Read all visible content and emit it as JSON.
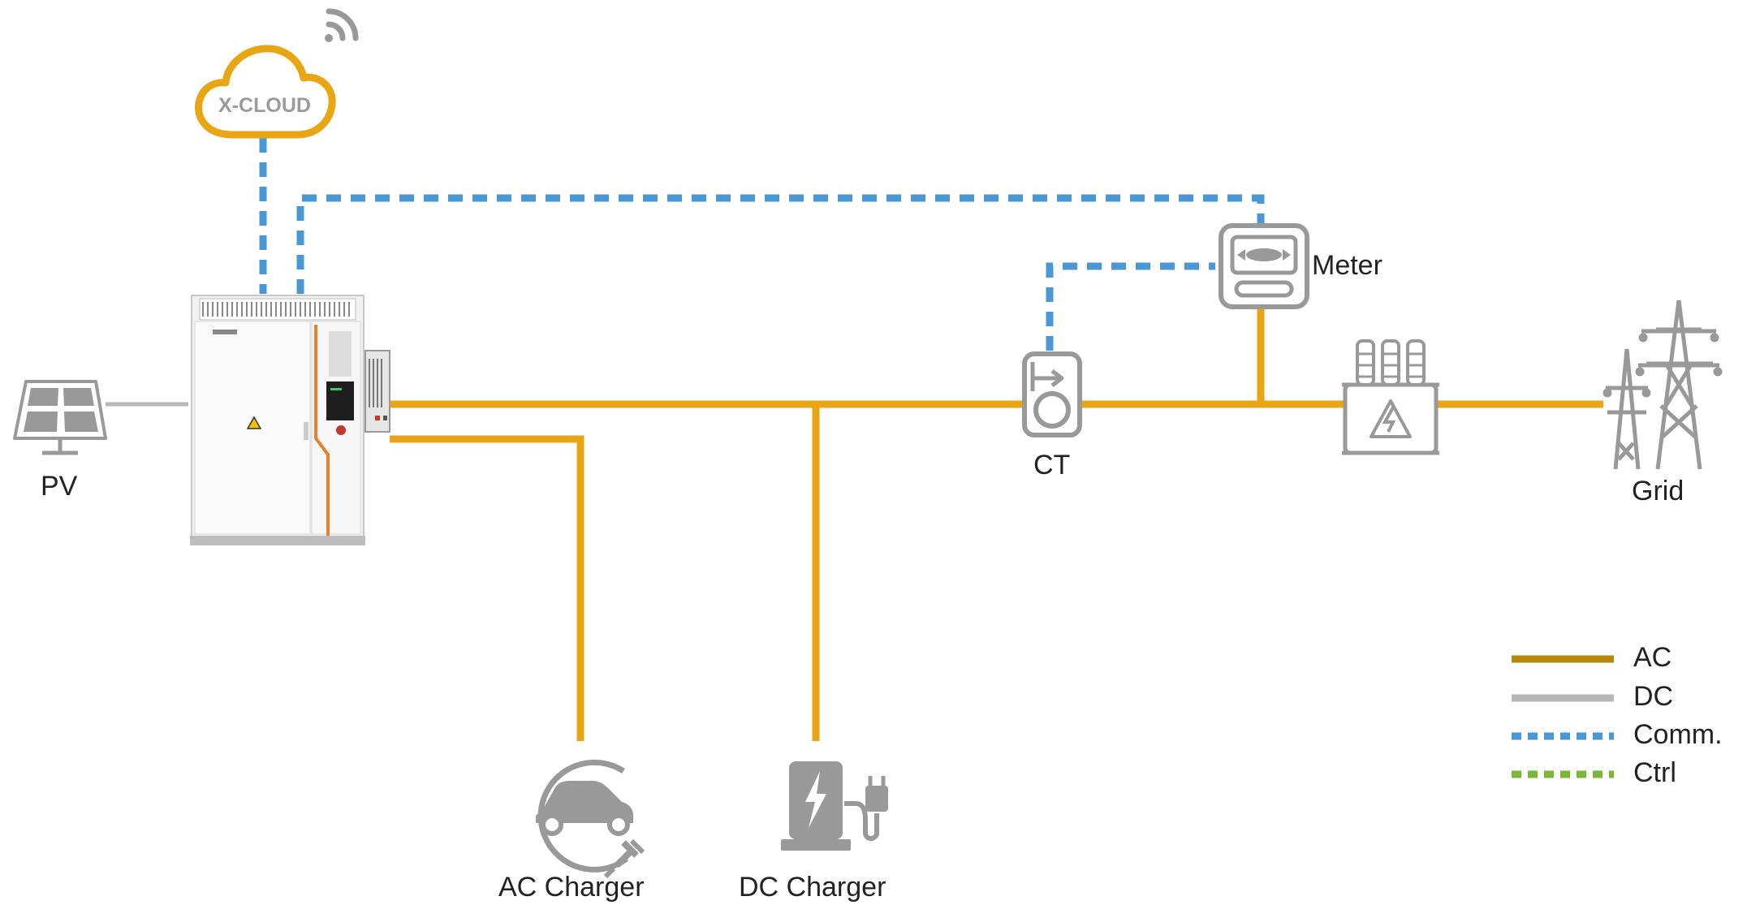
{
  "colors": {
    "ac": "#E8A614",
    "ac_legend": "#B8860B",
    "dc": "#B7B7B7",
    "comm": "#4A97D6",
    "ctrl": "#7BB63A",
    "icon": "#999999",
    "cloud": "#E8A614"
  },
  "cloud": {
    "label": "X-CLOUD"
  },
  "labels": {
    "pv": "PV",
    "ct": "CT",
    "meter": "Meter",
    "grid": "Grid",
    "ac_charger": "AC Charger",
    "dc_charger": "DC Charger"
  },
  "legend": [
    {
      "key": "ac",
      "label": "AC",
      "style": "solid",
      "color": "#B8860B"
    },
    {
      "key": "dc",
      "label": "DC",
      "style": "solid",
      "color": "#B7B7B7"
    },
    {
      "key": "comm",
      "label": "Comm.",
      "style": "dashed",
      "color": "#4A97D6"
    },
    {
      "key": "ctrl",
      "label": "Ctrl",
      "style": "dashed",
      "color": "#7BB63A"
    }
  ],
  "icons": {
    "cloud": "cloud-icon",
    "wifi": "wifi-icon",
    "pv": "solar-panel-icon",
    "cabinet": "energy-storage-cabinet-icon",
    "ct": "current-transformer-icon",
    "meter": "meter-icon",
    "transformer": "transformer-icon",
    "grid": "transmission-tower-icon",
    "ac_charger": "ev-car-icon",
    "dc_charger": "charging-station-icon"
  }
}
